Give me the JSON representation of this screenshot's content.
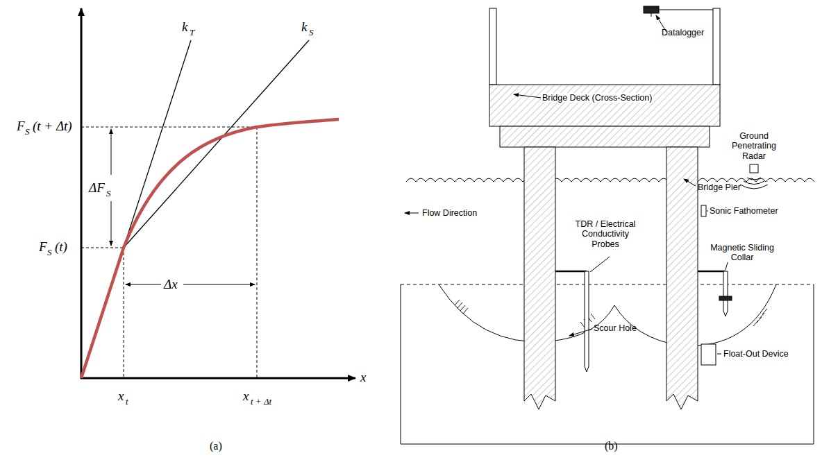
{
  "diagram": {
    "nodes": [
      {
        "text": [
          "Bridge Deck (Cross-Section)"
        ]
      }
    ],
    "labels": [
      "k",
      "T",
      "k",
      "S",
      "F",
      "S",
      "(t + Δt)",
      "ΔF",
      "S",
      "F",
      "S",
      "(t)",
      "Δx",
      "x",
      "x",
      "t",
      "x",
      "t + Δt",
      "(a)",
      "(b)",
      "Datalogger",
      "Bridge Pier",
      "Ground Penetrating Radar",
      "Flow Direction",
      "Sonic Fathometer",
      "TDR / Electrical Conductivity Probes",
      "Magnetic Sliding Collar",
      "Scour Hole",
      "Float-Out Device"
    ]
  }
}
